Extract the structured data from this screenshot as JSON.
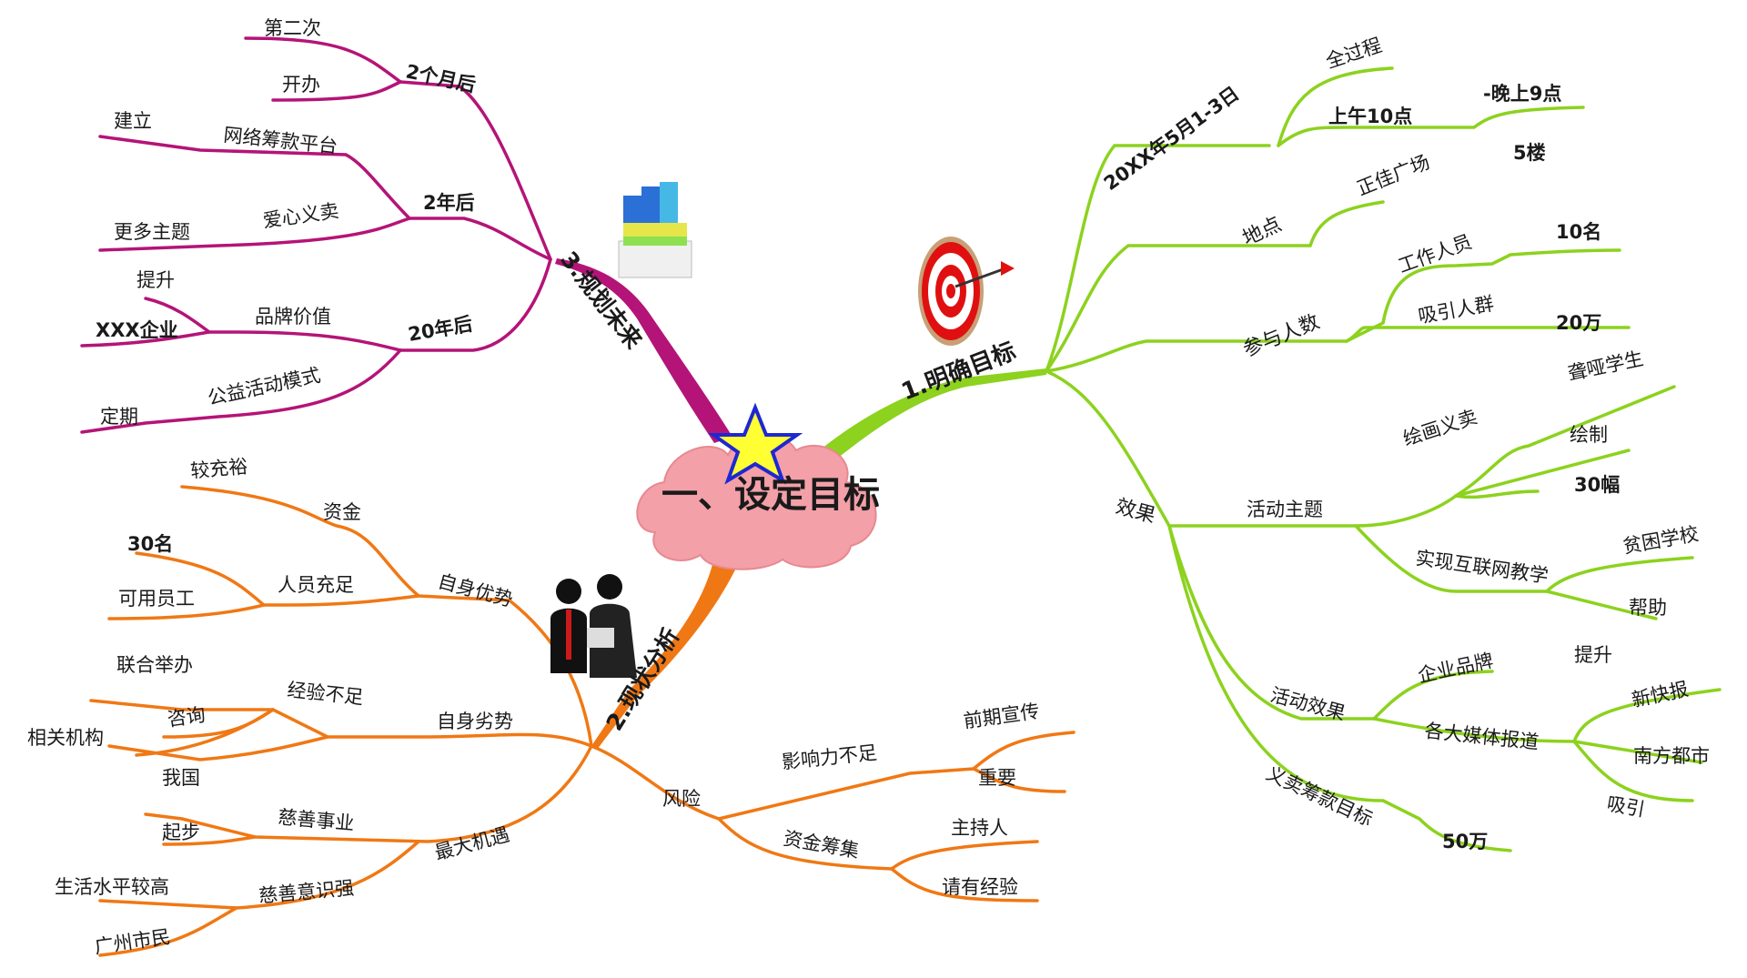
{
  "central": {
    "label": "一、设定目标"
  },
  "colors": {
    "goal": "#8cd21e",
    "plan": "#b41478",
    "analysis": "#f07814",
    "cloud": "#f3a0a8",
    "cloud_edge": "#e88890",
    "star": "#ffff33",
    "star_edge": "#1e28d2"
  },
  "goal": {
    "label": "1.明确目标",
    "time": {
      "label": "20XX年5月1-3日",
      "all": "全过程",
      "am": "上午10点",
      "pm": "-晚上9点"
    },
    "place": {
      "label": "地点",
      "mall": "正佳广场",
      "floor": "5楼"
    },
    "people": {
      "label": "参与人数",
      "staff": "工作人员",
      "staff_n": "10名",
      "crowd": "吸引人群",
      "crowd_n": "20万"
    },
    "effect": {
      "label": "效果",
      "theme": {
        "label": "活动主题",
        "charity": "绘画义卖",
        "deaf": "聋哑学生",
        "draw": "绘制",
        "n": "30幅",
        "net": "实现互联网教学",
        "poor": "贫困学校",
        "help": "帮助"
      },
      "result": {
        "label": "活动效果",
        "brand": "企业品牌",
        "up": "提升",
        "media": "各大媒体报道",
        "p1": "新快报",
        "p2": "南方都市",
        "p3": "吸引"
      },
      "target": {
        "label": "义卖筹款目标",
        "n": "50万"
      }
    }
  },
  "plan": {
    "label": "3.规划未来",
    "m2": {
      "label": "2个月后",
      "a": "第二次",
      "b": "开办"
    },
    "y2": {
      "label": "2年后",
      "net": "网络筹款平台",
      "build": "建立",
      "sale": "爱心义卖",
      "more": "更多主题"
    },
    "y20": {
      "label": "20年后",
      "brand": "品牌价值",
      "up": "提升",
      "corp": "XXX企业",
      "mode": "公益活动模式",
      "reg": "定期"
    }
  },
  "analysis": {
    "label": "2.现状分析",
    "adv": {
      "label": "自身优势",
      "fund": "资金",
      "rich": "较充裕",
      "staff": "人员充足",
      "n": "30名",
      "usable": "可用员工"
    },
    "dis": {
      "label": "自身劣势",
      "exp": "经验不足",
      "joint": "联合举办",
      "consult": "咨询",
      "org": "相关机构"
    },
    "opp": {
      "label": "最大机遇",
      "cause": "慈善事业",
      "cn": "我国",
      "start": "起步",
      "aware": "慈善意识强",
      "life": "生活水平较高",
      "gz": "广州市民"
    },
    "risk": {
      "label": "风险",
      "infl": "影响力不足",
      "pre": "前期宣传",
      "imp": "重要",
      "fund": "资金筹集",
      "host": "主持人",
      "exp": "请有经验"
    }
  }
}
